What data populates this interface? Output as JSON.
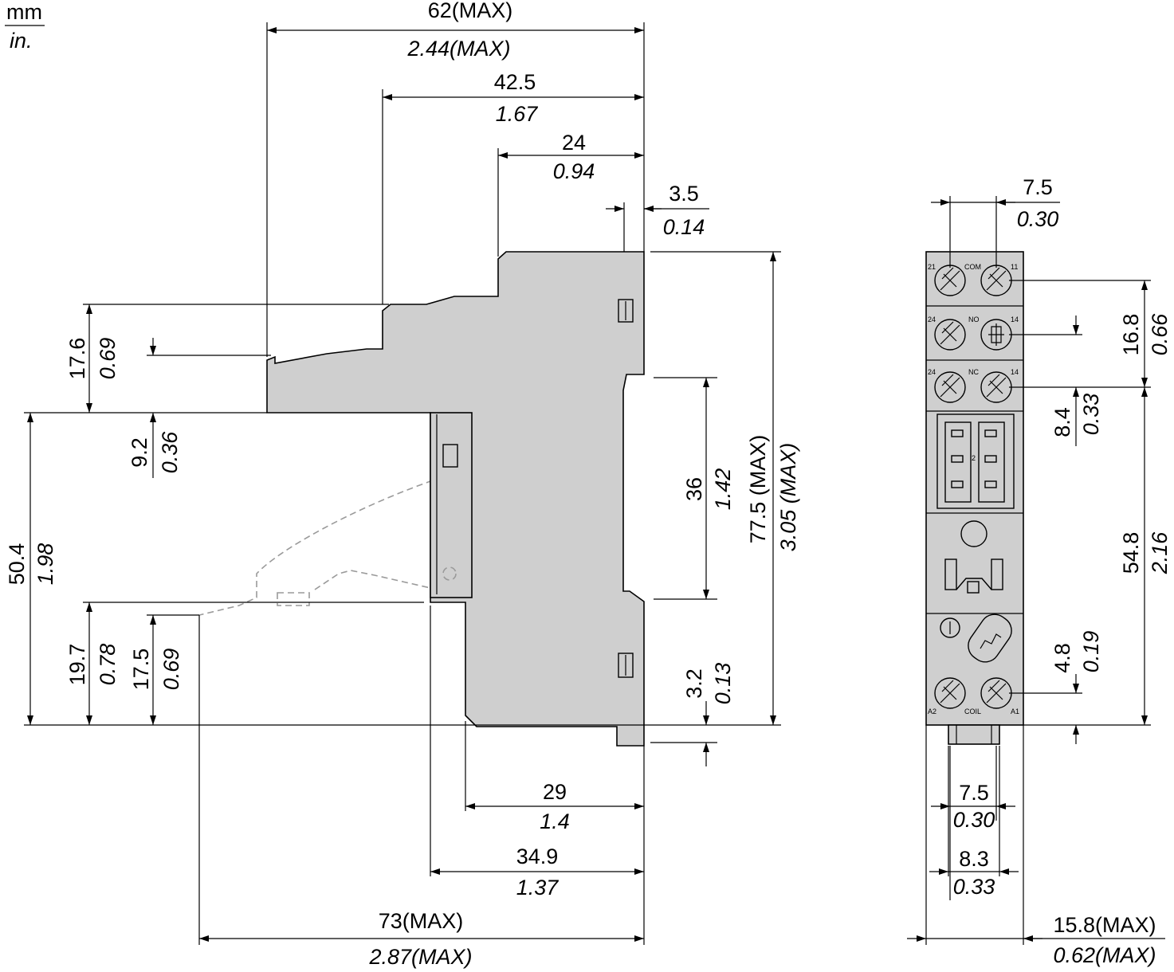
{
  "units": {
    "top": "mm",
    "bottom": "in."
  },
  "side_view": {
    "width_max": {
      "mm": "62(MAX)",
      "in": "2.44(MAX)"
    },
    "width_mid": {
      "mm": "42.5",
      "in": "1.67"
    },
    "width_step": {
      "mm": "24",
      "in": "0.94"
    },
    "rail_offset": {
      "mm": "3.5",
      "in": "0.14"
    },
    "top_step": {
      "mm": "17.6",
      "in": "0.69"
    },
    "clip_step": {
      "mm": "9.2",
      "in": "0.36"
    },
    "body_height": {
      "mm": "50.4",
      "in": "1.98"
    },
    "lower_height_a": {
      "mm": "19.7",
      "in": "0.78"
    },
    "lower_height_b": {
      "mm": "17.5",
      "in": "0.69"
    },
    "rail_width": {
      "mm": "36",
      "in": "1.42"
    },
    "total_height": {
      "mm": "77.5 (MAX)",
      "in": "3.05 (MAX)"
    },
    "foot_height": {
      "mm": "3.2",
      "in": "0.13"
    },
    "base_width_a": {
      "mm": "29",
      "in": "1.4"
    },
    "base_width_b": {
      "mm": "34.9",
      "in": "1.37"
    },
    "overall_width": {
      "mm": "73(MAX)",
      "in": "2.87(MAX)"
    }
  },
  "front_view": {
    "terminal_pitch": {
      "mm": "7.5",
      "in": "0.30"
    },
    "terminal_block": {
      "mm": "16.8",
      "in": "0.66"
    },
    "terminal_row": {
      "mm": "8.4",
      "in": "0.33"
    },
    "socket_height": {
      "mm": "54.8",
      "in": "2.16"
    },
    "coil_offset": {
      "mm": "4.8",
      "in": "0.19"
    },
    "foot_pitch": {
      "mm": "7.5",
      "in": "0.30"
    },
    "foot_width": {
      "mm": "8.3",
      "in": "0.33"
    },
    "overall_width": {
      "mm": "15.8(MAX)",
      "in": "0.62(MAX)"
    },
    "labels": {
      "t21": "21",
      "com": "COM",
      "t11": "11",
      "t24a": "24",
      "no": "NO",
      "t14a": "14",
      "t24b": "24",
      "nc": "NC",
      "t14b": "14",
      "a2": "A2",
      "coil": "COIL",
      "a1": "A1",
      "mid": "2"
    }
  }
}
